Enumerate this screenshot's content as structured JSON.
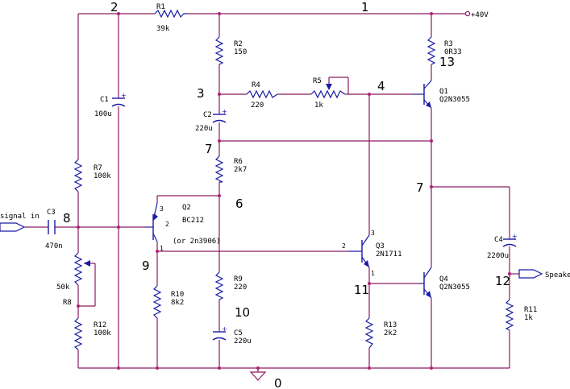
{
  "nodes": [
    "1",
    "2",
    "3",
    "4",
    "6",
    "7",
    "7",
    "8",
    "9",
    "10",
    "11",
    "12",
    "13",
    "0"
  ],
  "supply": "+40V",
  "ports": {
    "input": "signal in",
    "output": "Speaker"
  },
  "resistors": [
    {
      "ref": "R1",
      "value": "39k"
    },
    {
      "ref": "R2",
      "value": "150"
    },
    {
      "ref": "R3",
      "value": "0R33"
    },
    {
      "ref": "R4",
      "value": "220"
    },
    {
      "ref": "R5",
      "value": "1k"
    },
    {
      "ref": "R6",
      "value": "2k7"
    },
    {
      "ref": "R7",
      "value": "100k"
    },
    {
      "ref": "R8",
      "value": "50k"
    },
    {
      "ref": "R9",
      "value": "220"
    },
    {
      "ref": "R10",
      "value": "8k2"
    },
    {
      "ref": "R11",
      "value": "1k"
    },
    {
      "ref": "R12",
      "value": "100k"
    },
    {
      "ref": "R13",
      "value": "2k2"
    }
  ],
  "capacitors": [
    {
      "ref": "C1",
      "value": "100u"
    },
    {
      "ref": "C2",
      "value": "220u"
    },
    {
      "ref": "C3",
      "value": "470n"
    },
    {
      "ref": "C4",
      "value": "2200u"
    },
    {
      "ref": "C5",
      "value": "220u"
    }
  ],
  "transistors": [
    {
      "ref": "Q1",
      "part": "Q2N3055"
    },
    {
      "ref": "Q2",
      "part": "BC212",
      "alt": "(or 2n3906)"
    },
    {
      "ref": "Q3",
      "part": "2N1711"
    },
    {
      "ref": "Q4",
      "part": "Q2N3055"
    }
  ],
  "pins": [
    "3",
    "2",
    "1",
    "2",
    "3",
    "1"
  ]
}
